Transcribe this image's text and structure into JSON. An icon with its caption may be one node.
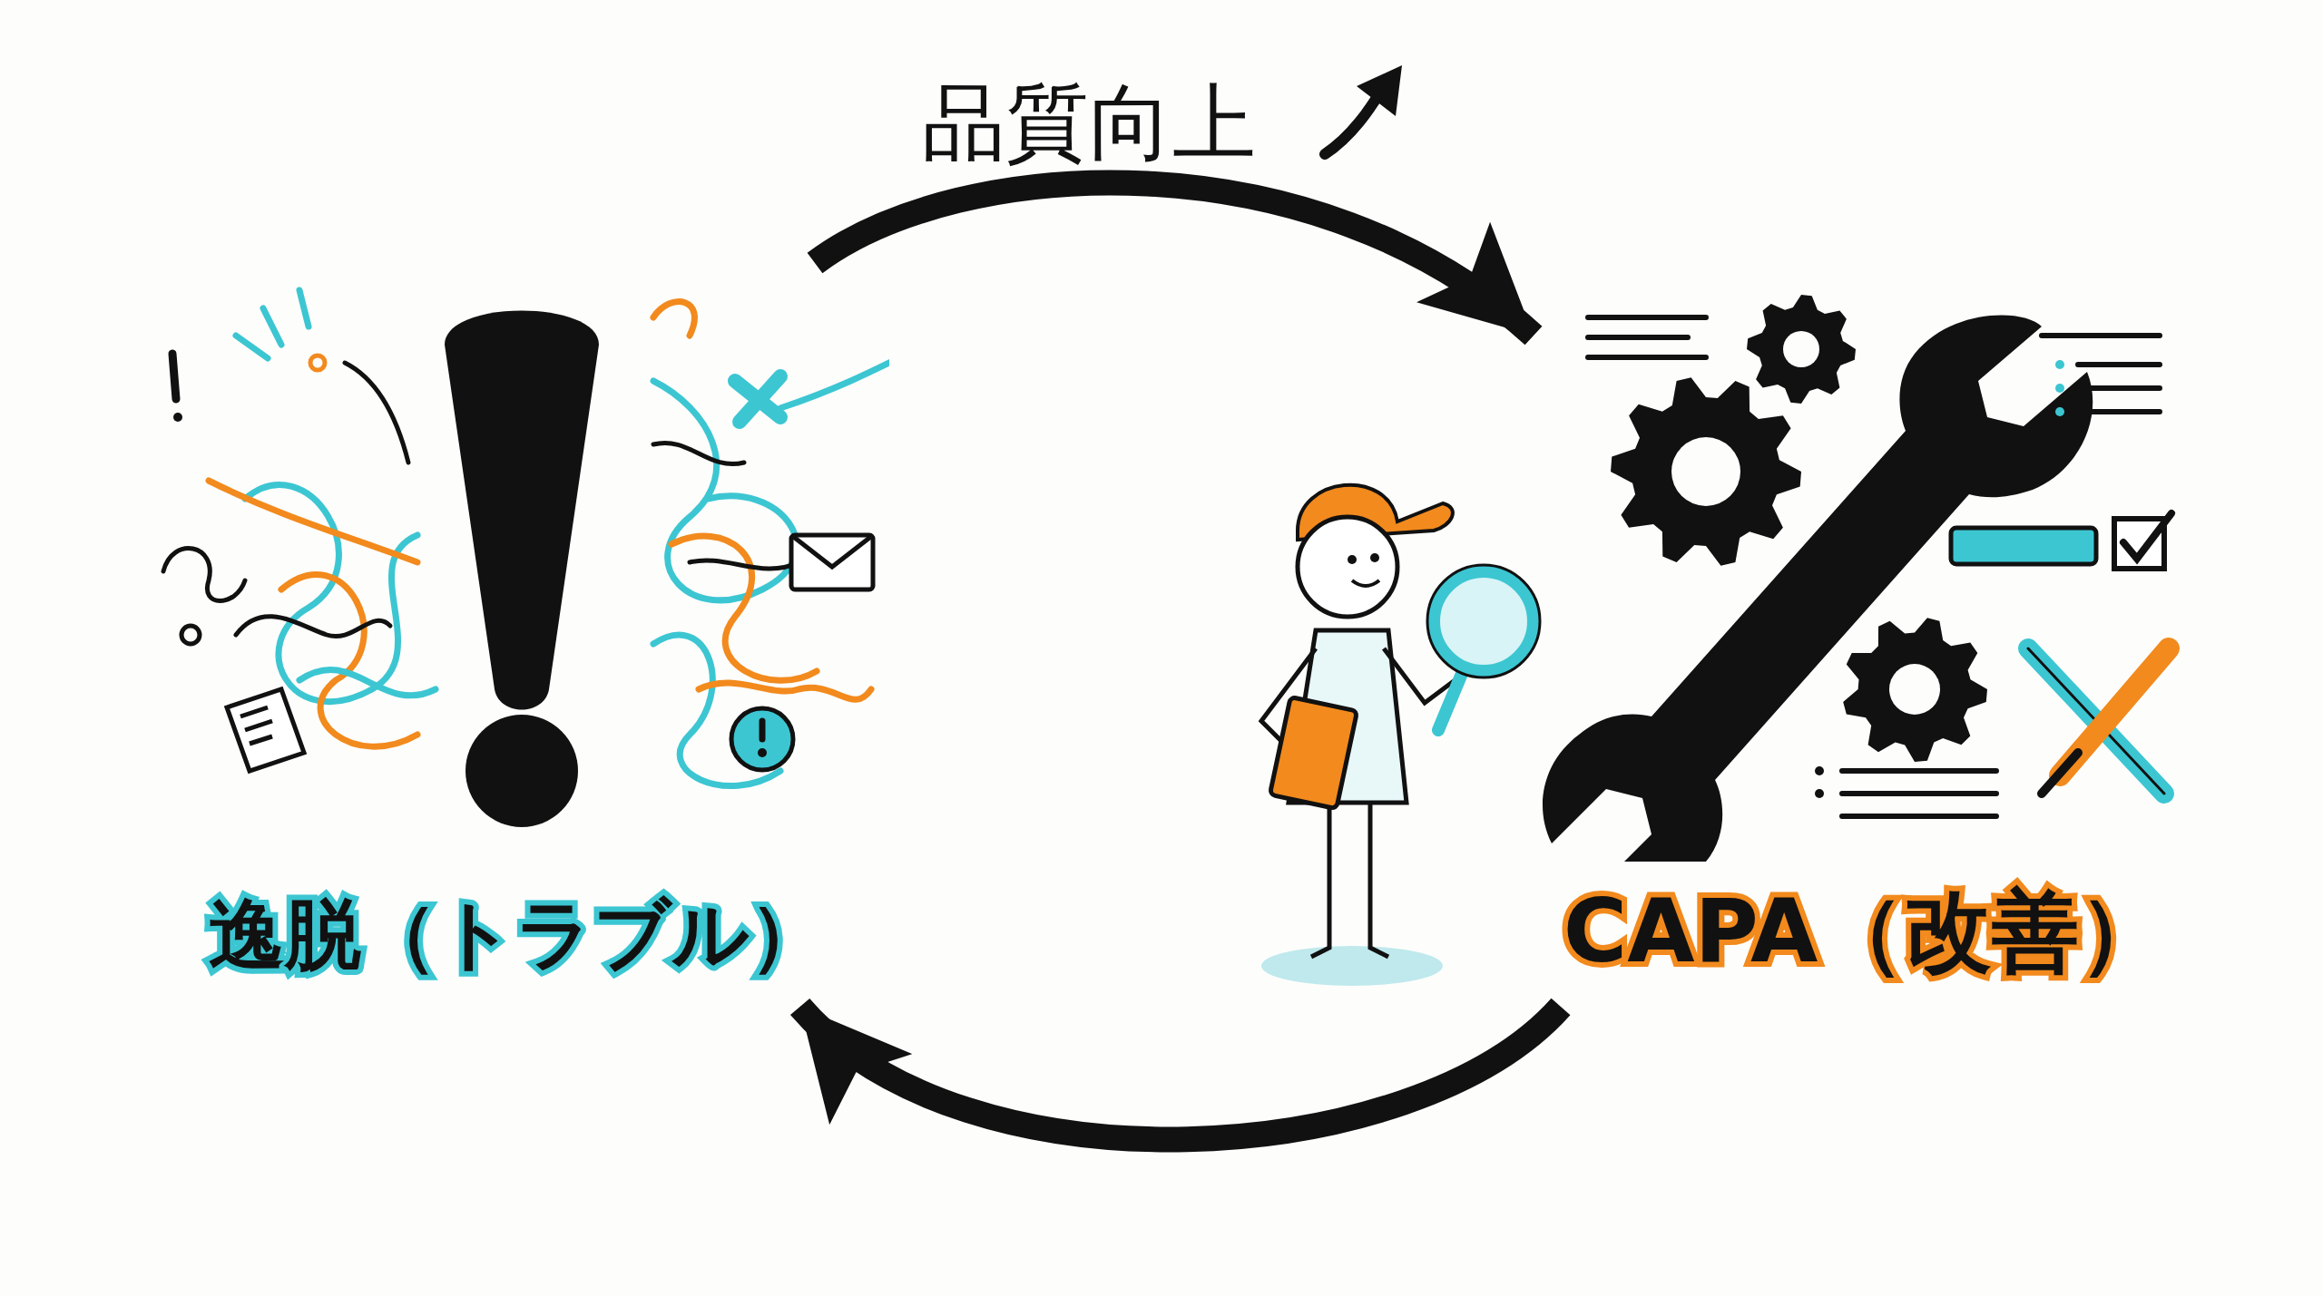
{
  "diagram": {
    "nodes": [
      {
        "text": [
          "逸脱（トラブル）"
        ]
      },
      {
        "text": [
          "CAPA（改善）"
        ]
      }
    ],
    "edges": [
      {
        "from": 0,
        "to": 1,
        "arrow": "to",
        "label": "品質向上"
      },
      {
        "from": 1,
        "to": 0,
        "arrow": "to"
      }
    ]
  }
}
